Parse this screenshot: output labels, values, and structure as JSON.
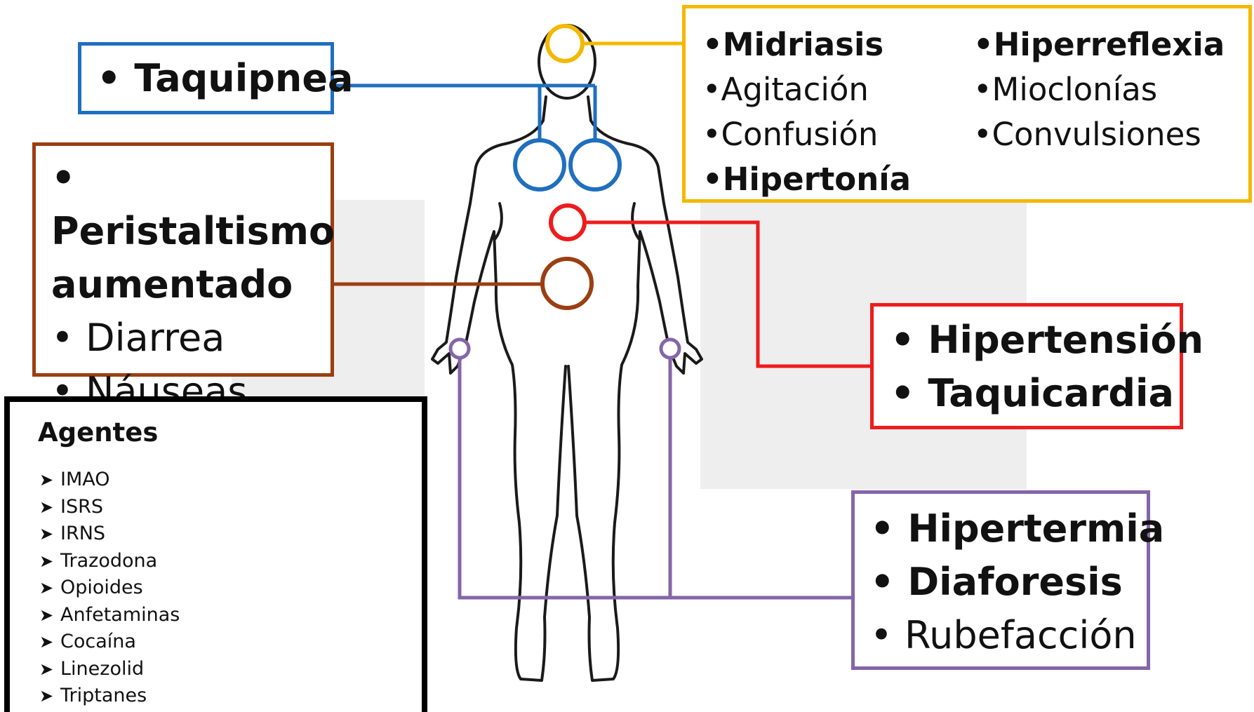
{
  "colors": {
    "respiratory": "#1f6fbf",
    "neuromuscular": "#f4b800",
    "gastrointestinal": "#9c3e10",
    "cardiovascular": "#ee1c1c",
    "skin": "#8565a8",
    "agents_border": "#000000",
    "body_outline": "#1a1a1a",
    "background_panels": "#eeeeee"
  },
  "bullet": "•",
  "respiratory": {
    "items": [
      {
        "text": "Taquipnea",
        "bold": true
      }
    ]
  },
  "neuromuscular": {
    "col1": [
      {
        "text": "Midriasis",
        "bold": true
      },
      {
        "text": "Agitación",
        "bold": false
      },
      {
        "text": "Confusión",
        "bold": false
      },
      {
        "text": "Hipertonía",
        "bold": true
      }
    ],
    "col2": [
      {
        "text": "Hiperreflexia",
        "bold": true
      },
      {
        "text": "Mioclonías",
        "bold": false
      },
      {
        "text": "Convulsiones",
        "bold": false
      }
    ]
  },
  "gastrointestinal": {
    "first_line": "Peristaltismo",
    "first_line_cont": "aumentado",
    "items": [
      {
        "text": "Diarrea",
        "bold": false
      },
      {
        "text": "Náuseas",
        "bold": false
      }
    ]
  },
  "cardiovascular": {
    "items": [
      {
        "text": "Hipertensión",
        "bold": true
      },
      {
        "text": "Taquicardia",
        "bold": true
      }
    ]
  },
  "skin": {
    "items": [
      {
        "text": "Hipertermia",
        "bold": true
      },
      {
        "text": "Diaforesis",
        "bold": true
      },
      {
        "text": "Rubefacción",
        "bold": false
      }
    ]
  },
  "agents": {
    "title": "Agentes",
    "arrow_icon": "arrow-right-icon",
    "items": [
      "IMAO",
      "ISRS",
      "IRNS",
      "Trazodona",
      "Opioides",
      "Anfetaminas",
      "Cocaína",
      "Linezolid",
      "Triptanes"
    ]
  }
}
